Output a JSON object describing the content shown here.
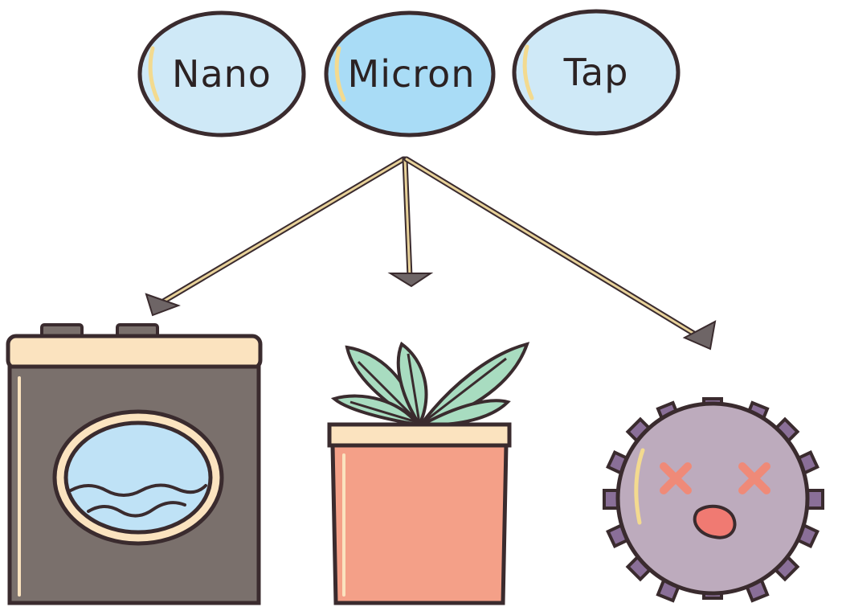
{
  "bubbles": [
    {
      "id": "nano",
      "label": "Nano",
      "fill": "#cfe9f7"
    },
    {
      "id": "micron",
      "label": "Micron",
      "fill": "#a9dcf6"
    },
    {
      "id": "tap",
      "label": "Tap",
      "fill": "#cfe9f7"
    }
  ],
  "targets": [
    {
      "id": "washing-machine",
      "icon": "washing-machine-icon"
    },
    {
      "id": "plant",
      "icon": "potted-plant-icon"
    },
    {
      "id": "germ",
      "icon": "dead-germ-icon"
    }
  ],
  "colors": {
    "outline": "#3a2b2e",
    "arrow": "#e8d29a",
    "arrow_head": "#6e6566",
    "machine_body": "#7a706c",
    "machine_top": "#fbe3bf",
    "water": "#bfe2f6",
    "pot": "#f4a088",
    "pot_rim": "#fbe3bf",
    "leaves": "#a8dcc0",
    "germ_body": "#bdabbd",
    "germ_spikes": "#8a6f98",
    "germ_eyes": "#ef8a78",
    "germ_mouth": "#f07a72"
  }
}
